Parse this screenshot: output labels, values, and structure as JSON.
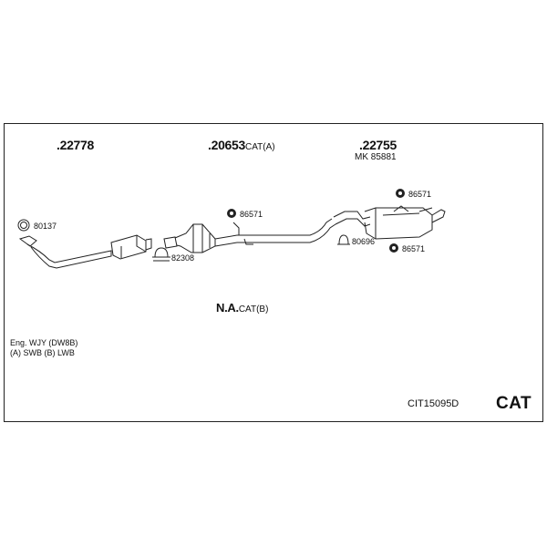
{
  "parts": {
    "front_pipe": ".22778",
    "catalyst": ".20653",
    "catalyst_suffix": "CAT(A)",
    "rear_silencer": ".22755",
    "mounting_kit": "MK 85881",
    "alt_label": "N.A.",
    "alt_suffix": "CAT(B)"
  },
  "components": {
    "gasket_front": "80137",
    "clamp": "82308",
    "mount_cat": "86571",
    "mount_rear_top": "86571",
    "mount_rear_bottom": "86571",
    "ring_rear": "80696"
  },
  "notes": {
    "engine": "Eng. WJY (DW8B)",
    "wheelbase": "(A) SWB (B) LWB"
  },
  "footer": {
    "code": "CIT15095D",
    "category": "CAT"
  }
}
